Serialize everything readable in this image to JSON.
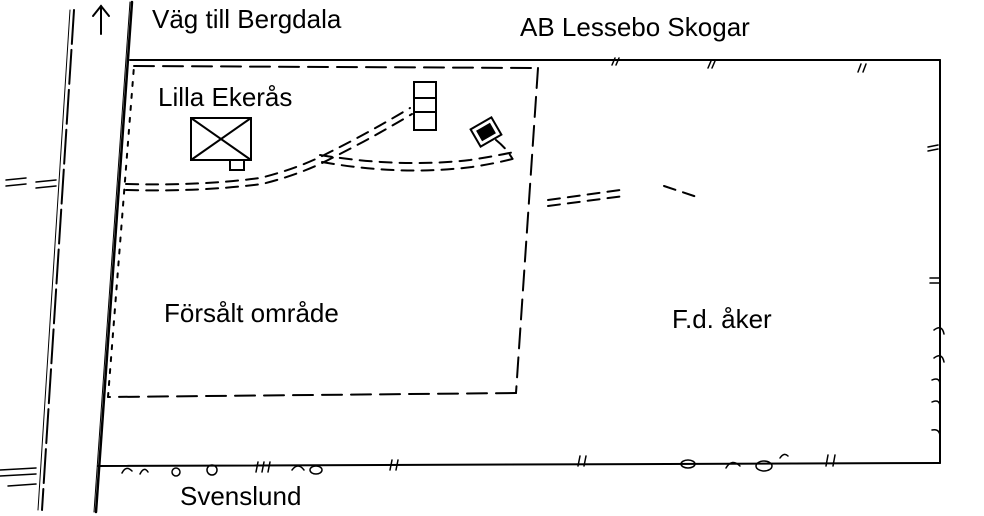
{
  "map": {
    "road_label": "Väg till Bergdala",
    "neighbor_north": "AB Lessebo Skogar",
    "farm_name": "Lilla Ekerås",
    "sold_area_label": "Försålt område",
    "former_field_label": "F.d. åker",
    "neighbor_south": "Svenslund"
  },
  "colors": {
    "ink": "#000000",
    "paper": "#ffffff"
  }
}
